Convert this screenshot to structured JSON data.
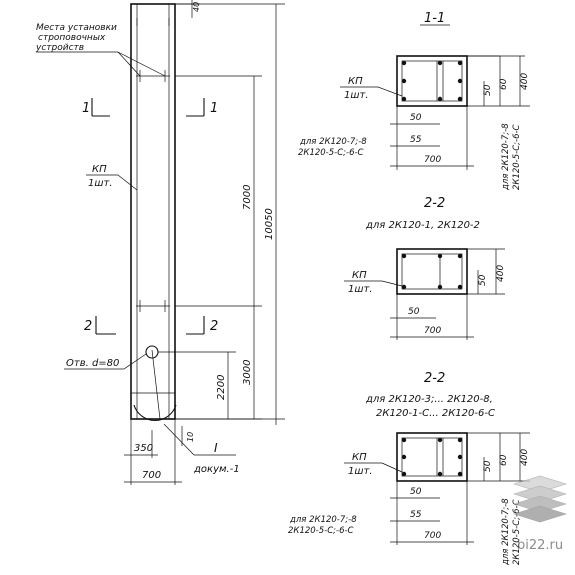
{
  "elevation": {
    "note_text_lines": [
      "Места установки",
      "строповочных",
      "устройств"
    ],
    "top_offset": "40",
    "kp_label": "КП",
    "kp_qty": "1шт.",
    "section_1": "1",
    "section_2": "2",
    "dim_7000": "7000",
    "dim_10050": "10050",
    "dim_3000": "3000",
    "dim_2200": "2200",
    "dim_350": "350",
    "dim_700": "700",
    "dim_10": "10",
    "hole_label": "Отв. d=80",
    "detail_mark": "I",
    "doc_ref": "докум.-1"
  },
  "section_1_1": {
    "title": "1-1",
    "kp_label": "КП",
    "kp_qty": "1шт.",
    "dim_50_right": "50",
    "dim_60": "60",
    "dim_400": "400",
    "dim_50_bottom": "50",
    "dim_55": "55",
    "dim_700": "700",
    "note_left_line1": "для 2К120-7;-8",
    "note_left_line2": "2К120-5-С;-6-С",
    "note_right_line1": "для 2К120-7;-8",
    "note_right_line2": "2К120-5-С;-6-С"
  },
  "section_2_2_a": {
    "title": "2-2",
    "subtitle": "для  2К120-1,  2К120-2",
    "kp_label": "КП",
    "kp_qty": "1шт.",
    "dim_50_right": "50",
    "dim_400": "400",
    "dim_50_bottom": "50",
    "dim_700": "700"
  },
  "section_2_2_b": {
    "title": "2-2",
    "subtitle_line1": "для  2К120-3;... 2К120-8,",
    "subtitle_line2": "2К120-1-С... 2К120-6-С",
    "kp_label": "КП",
    "kp_qty": "1шт.",
    "dim_50_right": "50",
    "dim_60": "60",
    "dim_400": "400",
    "dim_50_bottom": "50",
    "dim_55": "55",
    "dim_700": "700",
    "note_left_line1": "для 2К120-7;-8",
    "note_left_line2": "2К120-5-С;-6-С",
    "note_right_line1": "для 2К120-7;-8",
    "note_right_line2": "2К120-5-С;-6-С"
  },
  "watermark": {
    "text": "bi22.ru"
  },
  "colors": {
    "ink": "#111111",
    "watermark": "#777777"
  }
}
